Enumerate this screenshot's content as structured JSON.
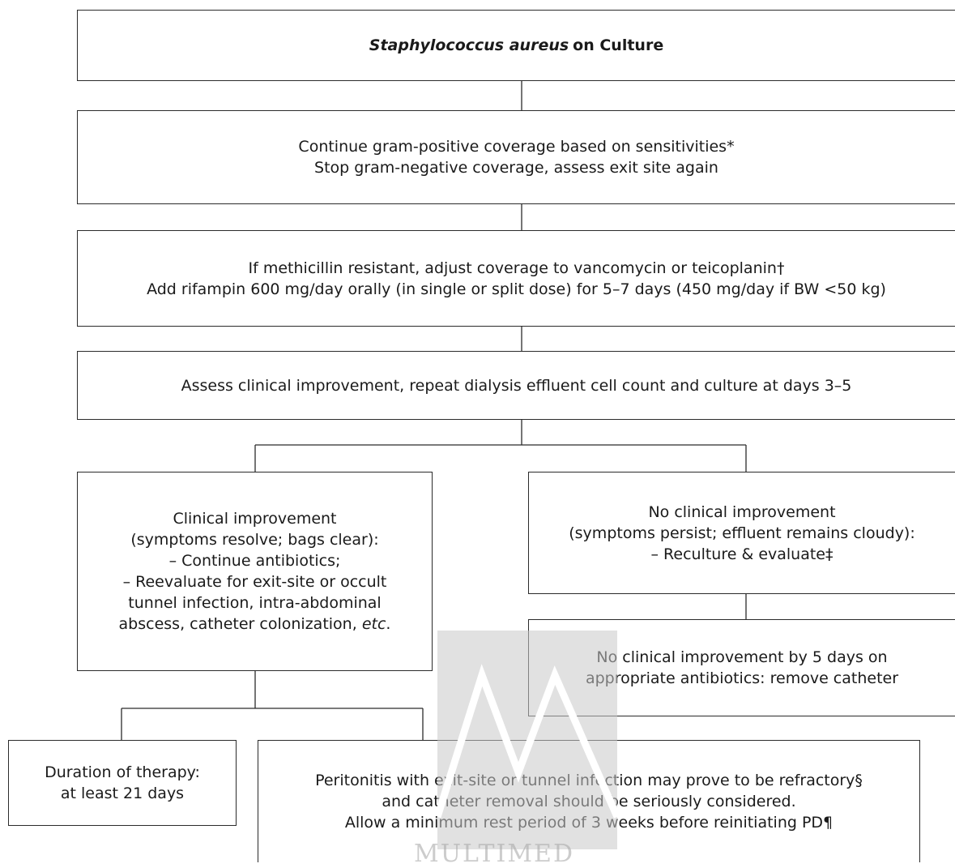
{
  "flowchart": {
    "header": {
      "italic": "Staphylococcus aureus",
      "rest": "on Culture"
    },
    "step2": [
      "Continue gram-positive coverage based on sensitivities*",
      "Stop gram-negative coverage, assess exit site again"
    ],
    "step3": [
      "If methicillin resistant, adjust coverage to vancomycin or teicoplanin†",
      "Add rifampin 600 mg/day orally (in single or split dose) for 5–7 days (450 mg/day if BW <50 kg)"
    ],
    "step4": [
      "Assess clinical improvement, repeat dialysis effluent cell count and culture at days 3–5"
    ],
    "improvement": {
      "lines": [
        "Clinical improvement",
        "(symptoms resolve; bags clear):",
        "– Continue antibiotics;",
        "– Reevaluate for exit-site or occult",
        "tunnel infection, intra-abdominal"
      ],
      "last_line_text": "abscess, catheter colonization,",
      "last_line_italic": "etc",
      "last_line_end": "."
    },
    "no_improvement": [
      "No clinical improvement",
      "(symptoms persist; effluent remains cloudy):",
      "– Reculture & evaluate‡"
    ],
    "no_improvement_5days": [
      "No clinical improvement by 5 days on",
      "appropriate antibiotics: remove catheter"
    ],
    "duration": [
      "Duration of therapy:",
      "at least 21 days"
    ],
    "refractory": [
      "Peritonitis with exit-site or tunnel infection may prove to be refractory§",
      "and catheter removal should be seriously considered.",
      "Allow a minimum rest period of 3 weeks before reinitiating PD¶"
    ]
  },
  "watermark": {
    "text": "MULTIMED",
    "icon": "multimed-logo"
  }
}
